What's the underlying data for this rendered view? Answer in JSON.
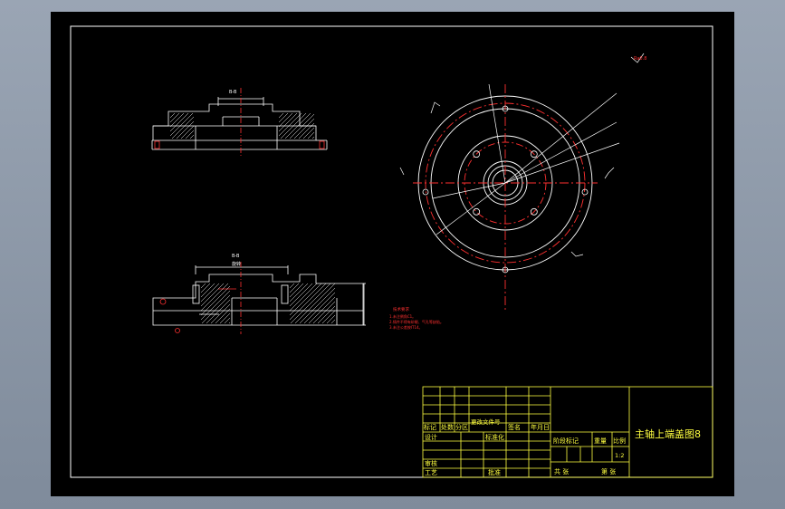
{
  "colors": {
    "frame": "#ffffff",
    "notes": "#ff2020",
    "centerline": "#ff2020",
    "title_block": "#ffff40",
    "background": "#000000"
  },
  "section_top": {
    "dim_label": "B-B"
  },
  "section_bottom": {
    "label": "B-B",
    "sublabel": "旋转"
  },
  "plan_view": {
    "corner_mark": "Ra0.8"
  },
  "tech_notes": {
    "title": "技术要求",
    "items": [
      "1.未注倒角C1。",
      "2.铸件不得有砂眼、气孔等缺陷。",
      "3.未注公差按IT14。"
    ]
  },
  "title_block": {
    "drawing_title": "主轴上端盖图8",
    "row_headers": [
      "标记",
      "处数",
      "分区",
      "更改文件号",
      "签名",
      "年月日"
    ],
    "signers": [
      "设计",
      "审核",
      "工艺"
    ],
    "standardization": "标准化",
    "approval": "批准",
    "stage_mark": "阶段标记",
    "weight": "重量",
    "scale": "比例",
    "scale_value": "1:2",
    "total_sheets": "共 张",
    "sheet_no": "第 张"
  }
}
